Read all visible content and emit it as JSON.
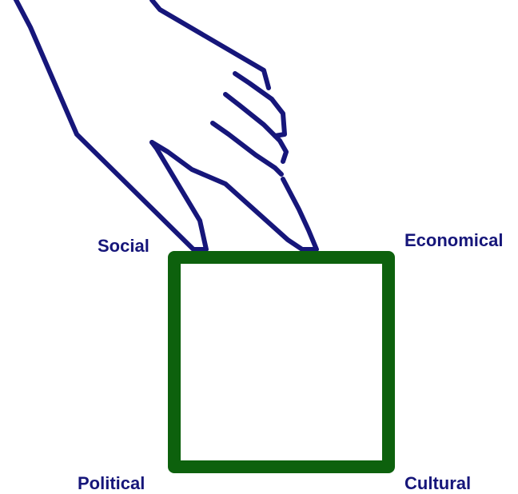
{
  "labels": {
    "social": "Social",
    "economical": "Economical",
    "political": "Political",
    "cultural": "Cultural"
  },
  "colors": {
    "hand_stroke": "#16167a",
    "square_stroke": "#0d610d",
    "label_text": "#16167a",
    "background": "#ffffff"
  },
  "icons": {
    "hand": "pointing-hand-icon",
    "square": "square-outline"
  }
}
